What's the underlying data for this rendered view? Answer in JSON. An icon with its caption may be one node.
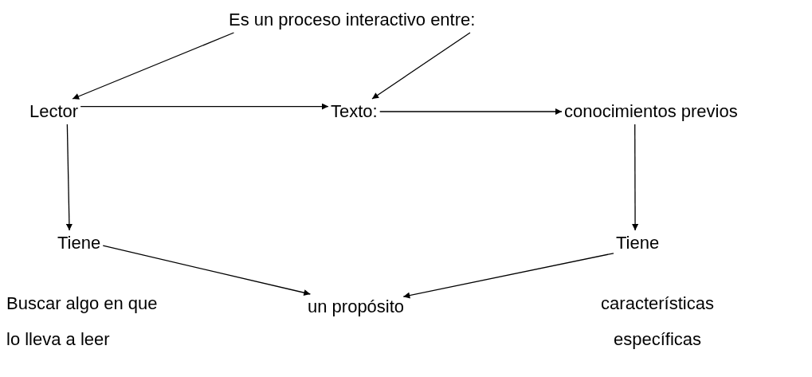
{
  "diagram": {
    "nodes": [
      {
        "text": [
          "Es un proceso interactivo entre:"
        ]
      },
      {
        "text": [
          "Lector"
        ]
      },
      {
        "text": [
          "Texto:"
        ]
      },
      {
        "text": [
          "conocimientos previos"
        ]
      },
      {
        "text": [
          "Tiene"
        ]
      },
      {
        "text": [
          "Tiene"
        ]
      },
      {
        "text": [
          "un propósito"
        ]
      }
    ],
    "edges": [
      {
        "from": 0,
        "to": 1,
        "arrow": "to"
      },
      {
        "from": 0,
        "to": 2,
        "arrow": "to"
      },
      {
        "from": 1,
        "to": 2,
        "arrow": "to"
      },
      {
        "from": 2,
        "to": 3,
        "arrow": "to"
      },
      {
        "from": 1,
        "to": 4,
        "arrow": "to"
      },
      {
        "from": 3,
        "to": 5,
        "arrow": "to"
      },
      {
        "from": 4,
        "to": 6,
        "arrow": "to"
      },
      {
        "from": 5,
        "to": 6,
        "arrow": "to"
      }
    ],
    "labels": [
      "Buscar algo en que lo lleva a leer",
      "características específicas"
    ]
  }
}
